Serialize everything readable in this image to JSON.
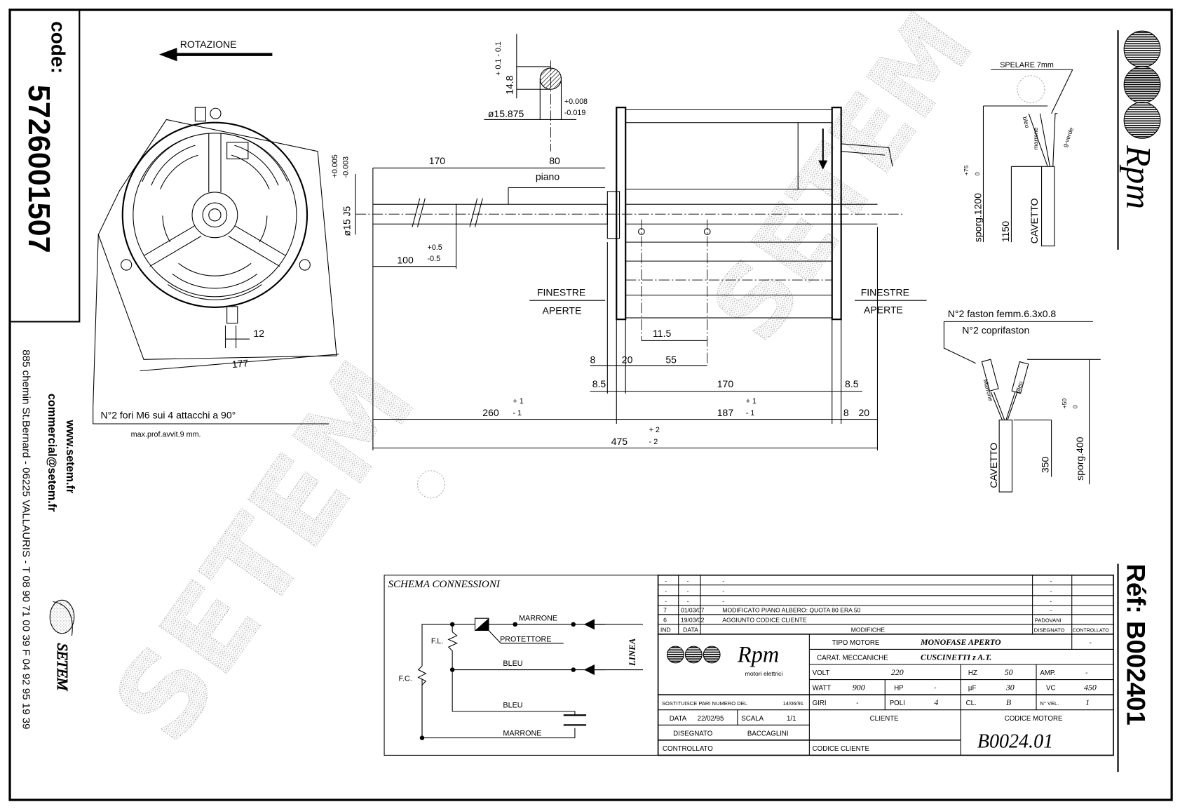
{
  "left_strip": {
    "code_label": "code:",
    "code_value": "5726001507",
    "website": "www.setem.fr",
    "email": "commercial@setem.fr",
    "address": "885 chemin St.Bernard  -  06225 VALLAURIS  -  T 08 90 71 00 39   F 04 92 95 19 39",
    "logo_text": "SETEM"
  },
  "right_strip": {
    "logo_text": "Rpm",
    "ref": "Réf:  B002401"
  },
  "watermark": "SETEM",
  "front_view": {
    "rotation_label": "ROTAZIONE",
    "dim_12": "12",
    "dim_177": "177",
    "note_holes": "N°2 fori M6 sui 4 attacchi a 90°",
    "note_depth": "max.prof.avvit.9 mm."
  },
  "shaft": {
    "dia_label": "ø15 J5",
    "dia_tol_plus": "+0.005",
    "dia_tol_minus": "-0.003",
    "dim_170": "170",
    "dim_80": "80",
    "piano": "piano",
    "dim_100": "100",
    "tol_100_plus": "+0.5",
    "tol_100_minus": "-0.5",
    "section_dia": "ø15.875",
    "section_tol_plus": "+0.008",
    "section_tol_minus": "-0.019",
    "flat_dim": "14.8",
    "flat_tol": "+ 0.1  - 0.1"
  },
  "side_view": {
    "windows_left_1": "FINESTRE",
    "windows_left_2": "APERTE",
    "windows_right_1": "FINESTRE",
    "windows_right_2": "APERTE",
    "dim_11_5": "11.5",
    "dim_8": "8",
    "dim_20": "20",
    "dim_55": "55",
    "dim_8_5_left": "8.5",
    "dim_170": "170",
    "dim_8_5_right": "8.5",
    "dim_260": "260",
    "tol_260_plus": "+ 1",
    "tol_260_minus": "- 1",
    "dim_187": "187",
    "tol_187_plus": "+ 1",
    "tol_187_minus": "- 1",
    "dim_8_right": "8",
    "dim_20_right": "20",
    "dim_475": "475",
    "tol_475_plus": "+ 2",
    "tol_475_minus": "- 2"
  },
  "cable_top": {
    "strip": "SPELARE  7mm",
    "wire_1": "bleu",
    "wire_2": "marrone",
    "wire_3": "g-verde",
    "length": "sporg.1200",
    "length_tol_plus": "+75",
    "length_tol_minus": "0",
    "dim_1150": "1150",
    "cable": "CAVETTO"
  },
  "cable_bottom": {
    "faston": "N°2 faston femm.6.3x0.8",
    "cover": "N°2 coprifaston",
    "wire_1": "Marrone",
    "wire_2": "Bleu",
    "cable": "CAVETTO",
    "dim_350": "350",
    "length": "sporg.400",
    "length_tol_plus": "+50",
    "length_tol_minus": "0"
  },
  "schema": {
    "title": "SCHEMA CONNESSIONI",
    "marrone_top": "MARRONE",
    "protettore": "PROTETTORE",
    "bleu_mid": "BLEU",
    "bleu_low": "BLEU",
    "marrone_low": "MARRONE",
    "fl": "F.L.",
    "fc": "F.C.",
    "linea": "LINEA"
  },
  "title_block": {
    "revisions": [
      {
        "ind": "-",
        "date": "-",
        "text": "-",
        "drawn": "-",
        "checked": ""
      },
      {
        "ind": "-",
        "date": "-",
        "text": "-",
        "drawn": "-",
        "checked": ""
      },
      {
        "ind": "-",
        "date": "-",
        "text": "-",
        "drawn": "-",
        "checked": ""
      },
      {
        "ind": "7",
        "date": "01/03/07",
        "text": "MODIFICATO PIANO ALBERO: QUOTA 80 ERA 50",
        "drawn": "-",
        "checked": ""
      },
      {
        "ind": "6",
        "date": "19/03/02",
        "text": "AGGIUNTO CODICE CLIENTE",
        "drawn": "PADOVANI",
        "checked": ""
      }
    ],
    "hdr_ind": "IND",
    "hdr_data": "DATA",
    "hdr_modifiche": "MODIFICHE",
    "hdr_disegnato": "DISEGNATO",
    "hdr_controllato": "CONTROLLATO",
    "logo_text": "Rpm",
    "logo_sub": "motori elettrici",
    "tipo_label": "TIPO MOTORE",
    "tipo_value": "MONOFASE APERTO",
    "tipo_extra": "-",
    "carat_label": "CARAT. MECCANICHE",
    "carat_value": "CUSCINETTI z A.T.",
    "volt_label": "VOLT",
    "volt_value": "220",
    "hz_label": "HZ",
    "hz_value": "50",
    "amp_label": "AMP.",
    "amp_value": "-",
    "watt_label": "WATT",
    "watt_value": "900",
    "hp_label": "HP",
    "hp_value": "-",
    "uf_label": "µF",
    "uf_value": "30",
    "vc_label": "VC",
    "vc_value": "450",
    "giri_label": "GIRI",
    "giri_value": "-",
    "poli_label": "POLI",
    "poli_value": "4",
    "cl_label": "CL.",
    "cl_value": "B",
    "nvel_label": "N° VEL.",
    "nvel_value": "1",
    "sostituisce": "SOSTITUISCE PARI NUMERO DEL",
    "sostituisce_date": "14/06/91",
    "data_label": "DATA",
    "data_value": "22/02/95",
    "scala_label": "SCALA",
    "scala_value": "1/1",
    "disegnato_label": "DISEGNATO",
    "disegnato_value": "BACCAGLINI",
    "controllato_label": "CONTROLLATO",
    "cliente_label": "CLIENTE",
    "codice_cliente_label": "CODICE CLIENTE",
    "codice_motore_label": "CODICE MOTORE",
    "codice_motore_value": "B0024.01"
  }
}
